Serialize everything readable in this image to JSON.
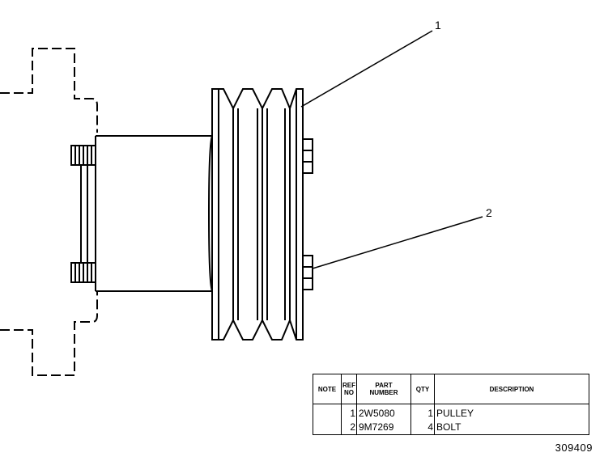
{
  "callouts": [
    "1",
    "2"
  ],
  "table": {
    "headers": {
      "note": "NOTE",
      "ref_no": [
        "REF",
        "NO"
      ],
      "part_number": [
        "PART",
        "NUMBER"
      ],
      "qty": "QTY",
      "description": "DESCRIPTION"
    },
    "rows": [
      {
        "ref": "1",
        "part": "2W5080",
        "qty": "1",
        "desc": "PULLEY"
      },
      {
        "ref": "2",
        "part": "9M7269",
        "qty": "4",
        "desc": "BOLT"
      }
    ]
  },
  "drawing_number": "309409"
}
